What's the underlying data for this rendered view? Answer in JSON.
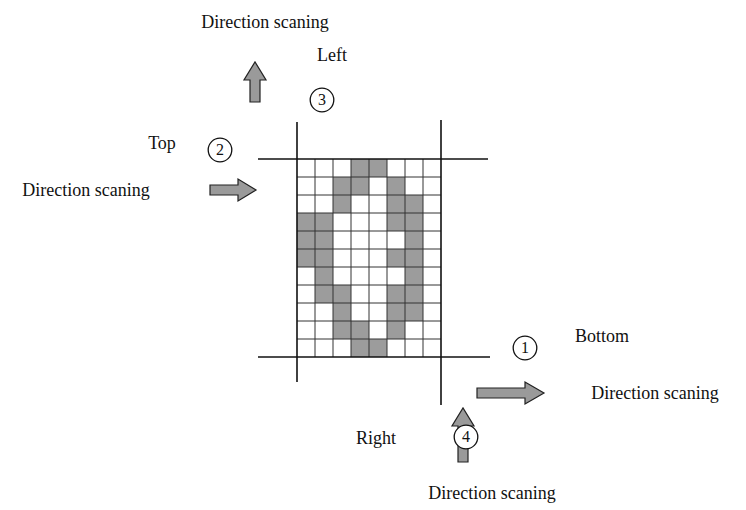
{
  "diagram": {
    "nodes": [
      {
        "text": [
          "3"
        ]
      },
      {
        "text": [
          "2"
        ]
      },
      {
        "text": [
          "1"
        ]
      },
      {
        "text": [
          "4"
        ]
      }
    ],
    "labels": [
      "Direction scaning",
      "Left",
      "Top",
      "Direction scaning",
      "Bottom",
      "Direction scaning",
      "Right",
      "Direction scaning"
    ]
  }
}
